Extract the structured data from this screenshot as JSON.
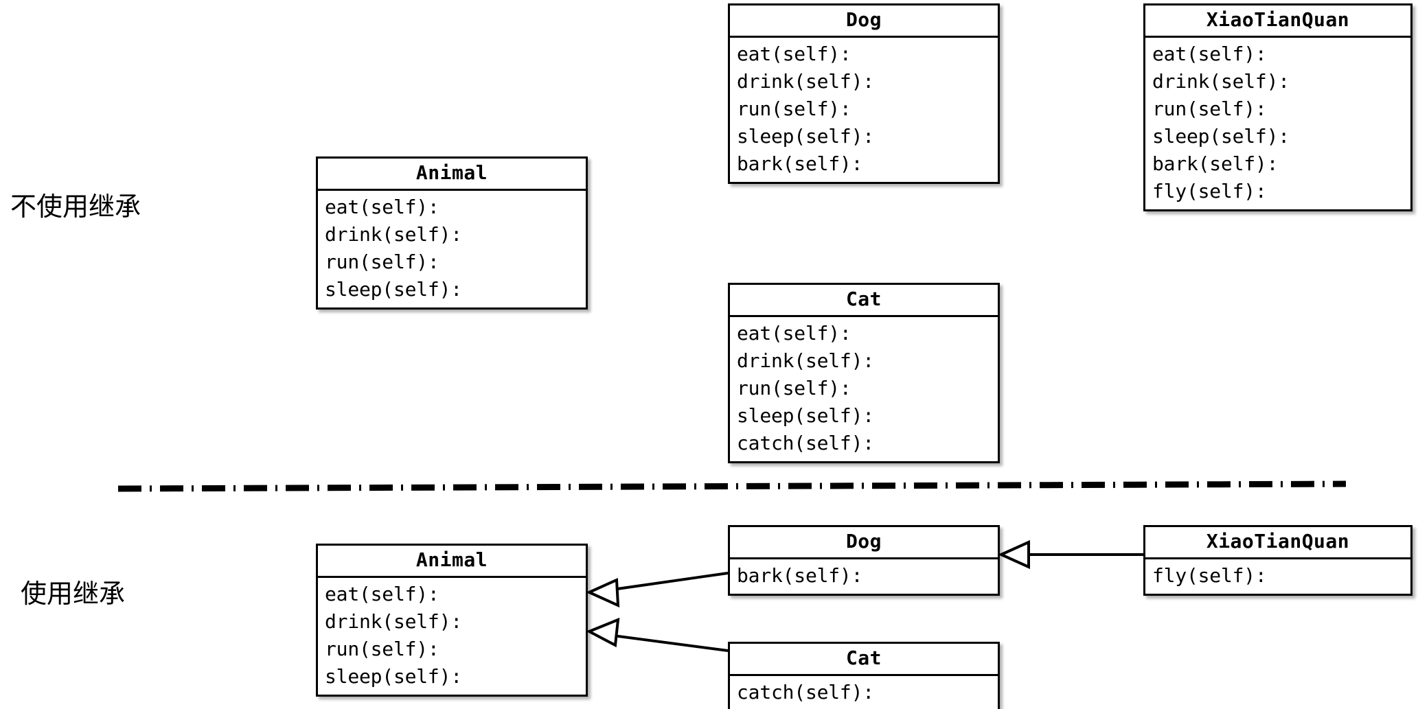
{
  "diagram": {
    "title_top": "不使用继承",
    "title_bottom": "使用继承",
    "line_color": "#000000",
    "box_fill": "#ffffff"
  },
  "sections": {
    "no_inheritance": {
      "label": "不使用继承",
      "classes": [
        {
          "name": "Animal",
          "methods": [
            "eat(self):",
            "drink(self):",
            "run(self):",
            "sleep(self):"
          ]
        },
        {
          "name": "Dog",
          "methods": [
            "eat(self):",
            "drink(self):",
            "run(self):",
            "sleep(self):",
            "bark(self):"
          ]
        },
        {
          "name": "XiaoTianQuan",
          "methods": [
            "eat(self):",
            "drink(self):",
            "run(self):",
            "sleep(self):",
            "bark(self):",
            "fly(self):"
          ]
        },
        {
          "name": "Cat",
          "methods": [
            "eat(self):",
            "drink(self):",
            "run(self):",
            "sleep(self):",
            "catch(self):"
          ]
        }
      ]
    },
    "with_inheritance": {
      "label": "使用继承",
      "classes": [
        {
          "name": "Animal",
          "methods": [
            "eat(self):",
            "drink(self):",
            "run(self):",
            "sleep(self):"
          ]
        },
        {
          "name": "Dog",
          "methods": [
            "bark(self):"
          ]
        },
        {
          "name": "XiaoTianQuan",
          "methods": [
            "fly(self):"
          ]
        },
        {
          "name": "Cat",
          "methods": [
            "catch(self):"
          ]
        }
      ],
      "relations": [
        {
          "from": "Dog",
          "to": "Animal",
          "kind": "inheritance"
        },
        {
          "from": "Cat",
          "to": "Animal",
          "kind": "inheritance"
        },
        {
          "from": "XiaoTianQuan",
          "to": "Dog",
          "kind": "inheritance"
        }
      ]
    }
  }
}
